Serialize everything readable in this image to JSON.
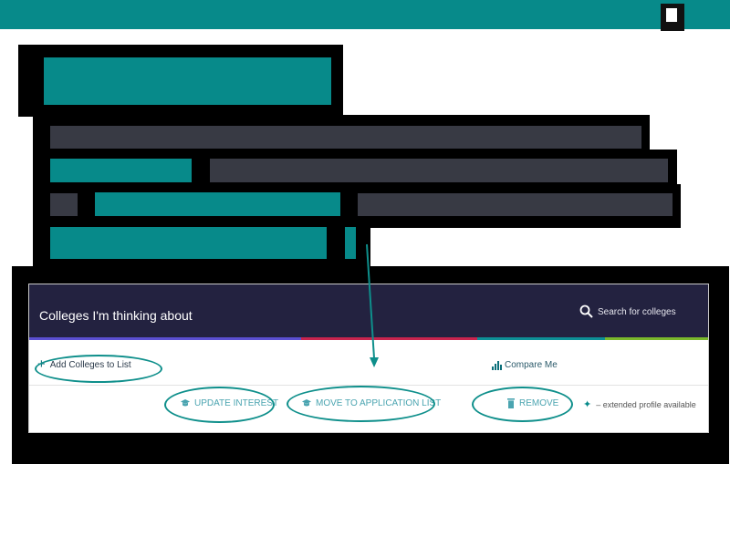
{
  "panel": {
    "title": "Colleges I'm thinking about",
    "search_label": "Search for colleges",
    "add_label": "Add Colleges to List",
    "compare_label": "Compare Me",
    "actions": {
      "update_interest": "UPDATE INTEREST",
      "move_to_application": "MOVE TO APPLICATION LIST",
      "remove": "REMOVE"
    },
    "legend": "– extended profile available"
  },
  "colors": {
    "teal": "#078a8a",
    "navy_header": "#232240",
    "redacted_dark": "#383a44",
    "highlight_circle": "#0e8f8b",
    "strip": [
      "#5b4fd1",
      "#c8244e",
      "#0d8f96",
      "#7ab82c"
    ]
  },
  "icons": {
    "search": "search-icon",
    "add": "plus-icon",
    "compare": "bar-chart-icon",
    "update": "graduation-cap-icon",
    "move": "graduation-cap-icon",
    "remove": "trash-icon",
    "legend": "star-icon"
  }
}
